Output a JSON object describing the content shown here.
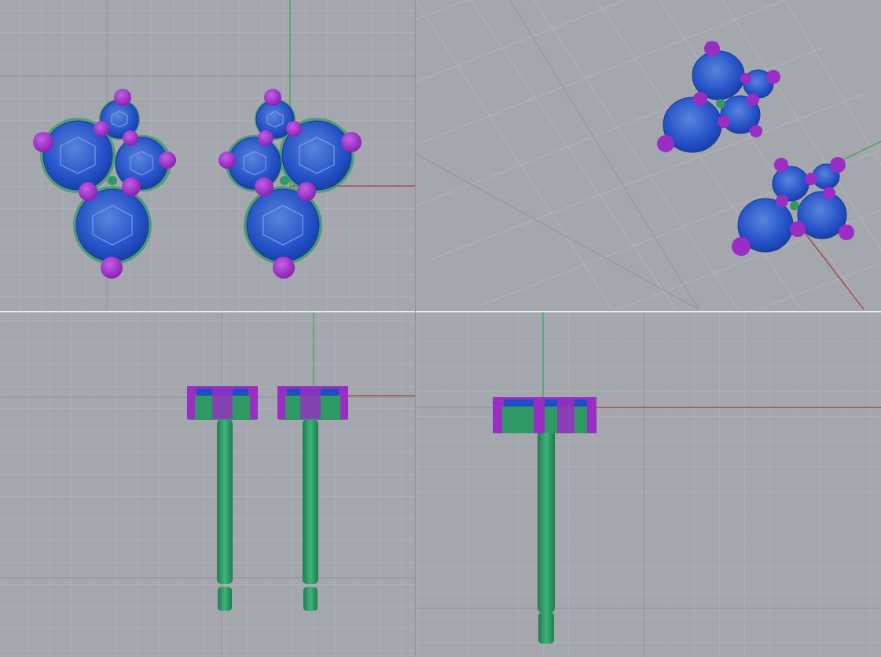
{
  "viewports": [
    {
      "name": "top-viewport",
      "projection": "top"
    },
    {
      "name": "perspective-viewport",
      "projection": "perspective"
    },
    {
      "name": "front-viewport",
      "projection": "front"
    },
    {
      "name": "right-viewport",
      "projection": "right"
    }
  ],
  "colors": {
    "background": "#a4a8ae",
    "grid_minor": "#b3b6bb",
    "grid_major": "#8e9298",
    "x_axis": "#a0413a",
    "y_axis": "#3ea64e",
    "gem_blue": "#1d4fc4",
    "gem_blue_light": "#4f7bd8",
    "prong_purple": "#9b2dc4",
    "metal_green": "#2f9a63",
    "divider": "#e9ecef"
  },
  "model": {
    "object": "stud earrings",
    "count": 2,
    "gems_per_earring": 4,
    "parts": [
      "gem-stones",
      "prongs",
      "setting",
      "post"
    ]
  }
}
